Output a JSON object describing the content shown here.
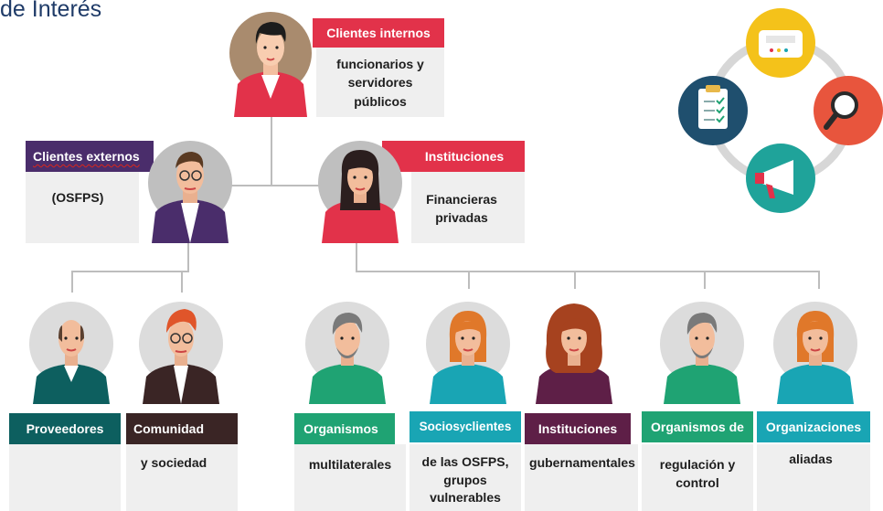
{
  "title": "de Interés",
  "top": {
    "clientes_internos": {
      "label": "Clientes internos",
      "desc": [
        "funcionarios y",
        "servidores",
        "públicos"
      ]
    },
    "clientes_externos": {
      "label": "Clientes externos",
      "desc": [
        "(OSFPS)"
      ]
    },
    "instituciones": {
      "label": "Instituciones",
      "desc": [
        "Financieras",
        "privadas"
      ]
    }
  },
  "bottom": [
    {
      "label": "Proveedores",
      "desc": []
    },
    {
      "label": "Comunidad",
      "desc": [
        "y sociedad"
      ]
    },
    {
      "label": "Organismos",
      "desc": [
        "multilaterales"
      ]
    },
    {
      "label_main": "Socios",
      "label_small": " y ",
      "label_end": "clientes",
      "desc": [
        "de las OSFPS,",
        "grupos",
        "vulnerables"
      ]
    },
    {
      "label": "Instituciones",
      "desc": [
        "gubernamentales"
      ]
    },
    {
      "label": "Organismos de",
      "desc": [
        "regulación y",
        "control"
      ]
    },
    {
      "label": "Organizaciones",
      "desc": [
        "aliadas"
      ]
    }
  ],
  "colors": {
    "red": "#e2324a",
    "purple": "#4a2d6b",
    "dark_teal": "#0d5f5f",
    "dark_brown": "#3a2525",
    "green": "#1fa373",
    "cyan": "#19a5b4",
    "plum": "#5e1f47",
    "card": "#efefef",
    "line": "#bdbdbd"
  },
  "icons": [
    "device-icon",
    "magnifier-icon",
    "megaphone-icon",
    "clipboard-icon"
  ]
}
